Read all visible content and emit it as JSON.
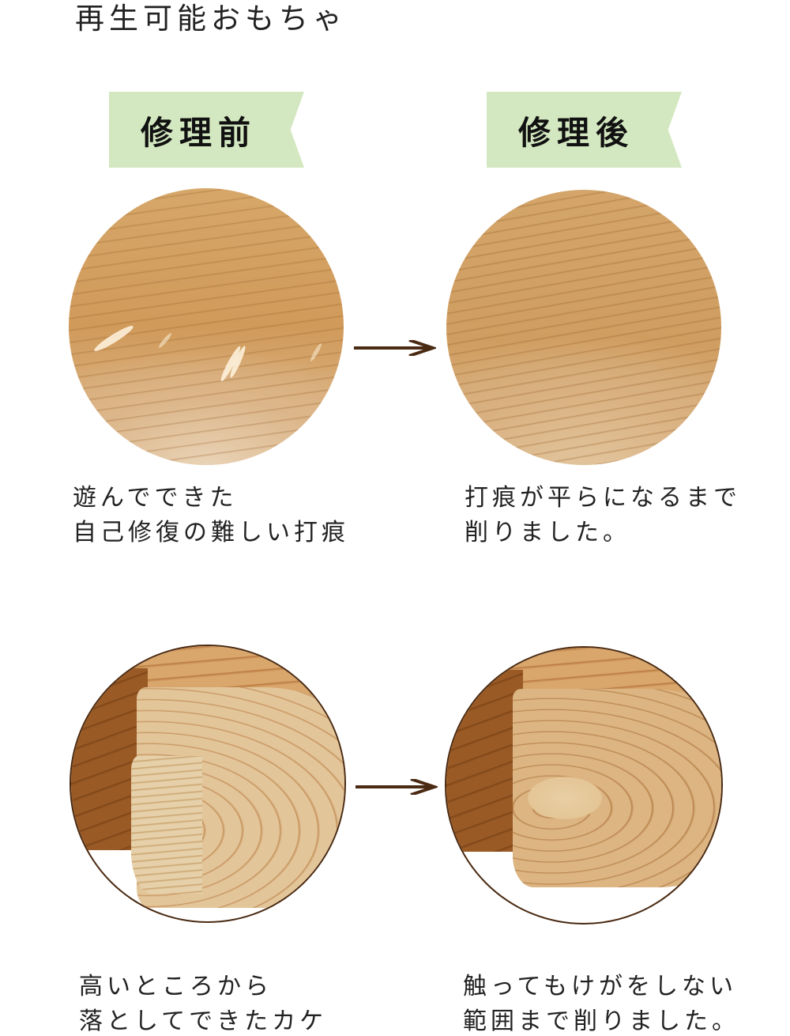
{
  "header": {
    "title": "再生可能おもちゃ"
  },
  "labels": {
    "before": "修理前",
    "after": "修理後"
  },
  "colors": {
    "ribbon_bg": "#d3e8c0",
    "arrow": "#4a2a12",
    "circle_outline": "#4a2a12",
    "text": "#222222"
  },
  "examples": [
    {
      "before": {
        "image": "scratched-wood-surface",
        "caption_lines": [
          "遊んでできた",
          "自己修復の難しい打痕"
        ]
      },
      "after": {
        "image": "smoothed-wood-surface",
        "caption_lines": [
          "打痕が平らになるまで",
          "削りました。"
        ]
      },
      "arrow_icon": "arrow-right-icon"
    },
    {
      "before": {
        "image": "chipped-wood-corner",
        "caption_lines": [
          "高いところから",
          "落としてできたカケ"
        ]
      },
      "after": {
        "image": "rounded-wood-corner",
        "caption_lines": [
          "触ってもけがをしない",
          "範囲まで削りました。"
        ]
      },
      "arrow_icon": "arrow-right-icon"
    }
  ]
}
